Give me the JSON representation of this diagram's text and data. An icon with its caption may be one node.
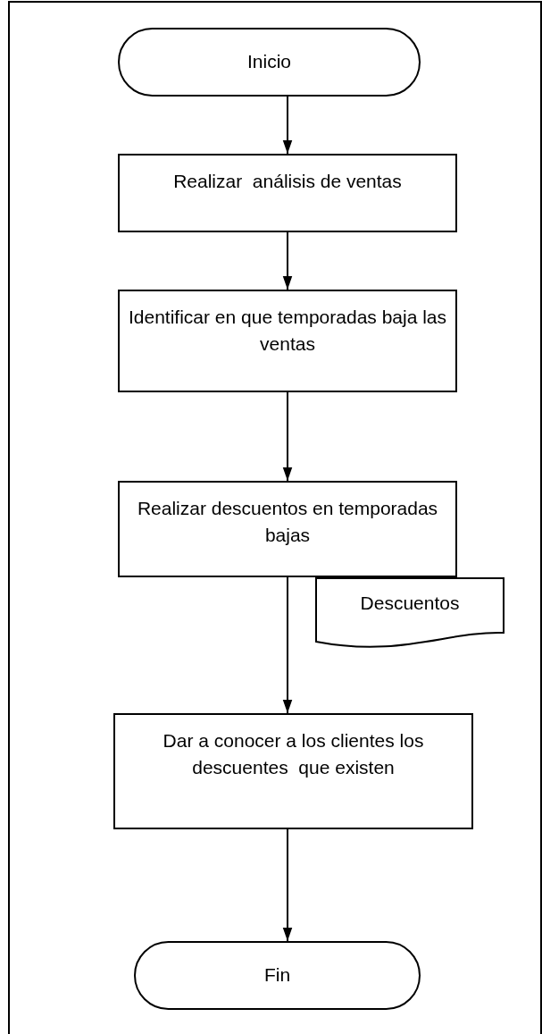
{
  "diagram": {
    "nodes": [
      {
        "text": [
          "Inicio"
        ]
      },
      {
        "text": [
          "Realizar  análisis de ventas"
        ]
      },
      {
        "text": [
          "Identificar en que temporadas baja las ventas"
        ]
      },
      {
        "text": [
          "Realizar descuentos en temporadas bajas"
        ]
      },
      {
        "text": [
          "Descuentos"
        ]
      },
      {
        "text": [
          "Dar a conocer a los clientes los descuentes  que existen"
        ]
      },
      {
        "text": [
          "Fin"
        ]
      }
    ],
    "edges": [
      {
        "from": 0,
        "to": 1,
        "arrow": "to"
      },
      {
        "from": 1,
        "to": 2,
        "arrow": "to"
      },
      {
        "from": 2,
        "to": 3,
        "arrow": "to"
      },
      {
        "from": 3,
        "to": 5,
        "arrow": "to"
      },
      {
        "from": 5,
        "to": 6,
        "arrow": "to"
      }
    ]
  }
}
